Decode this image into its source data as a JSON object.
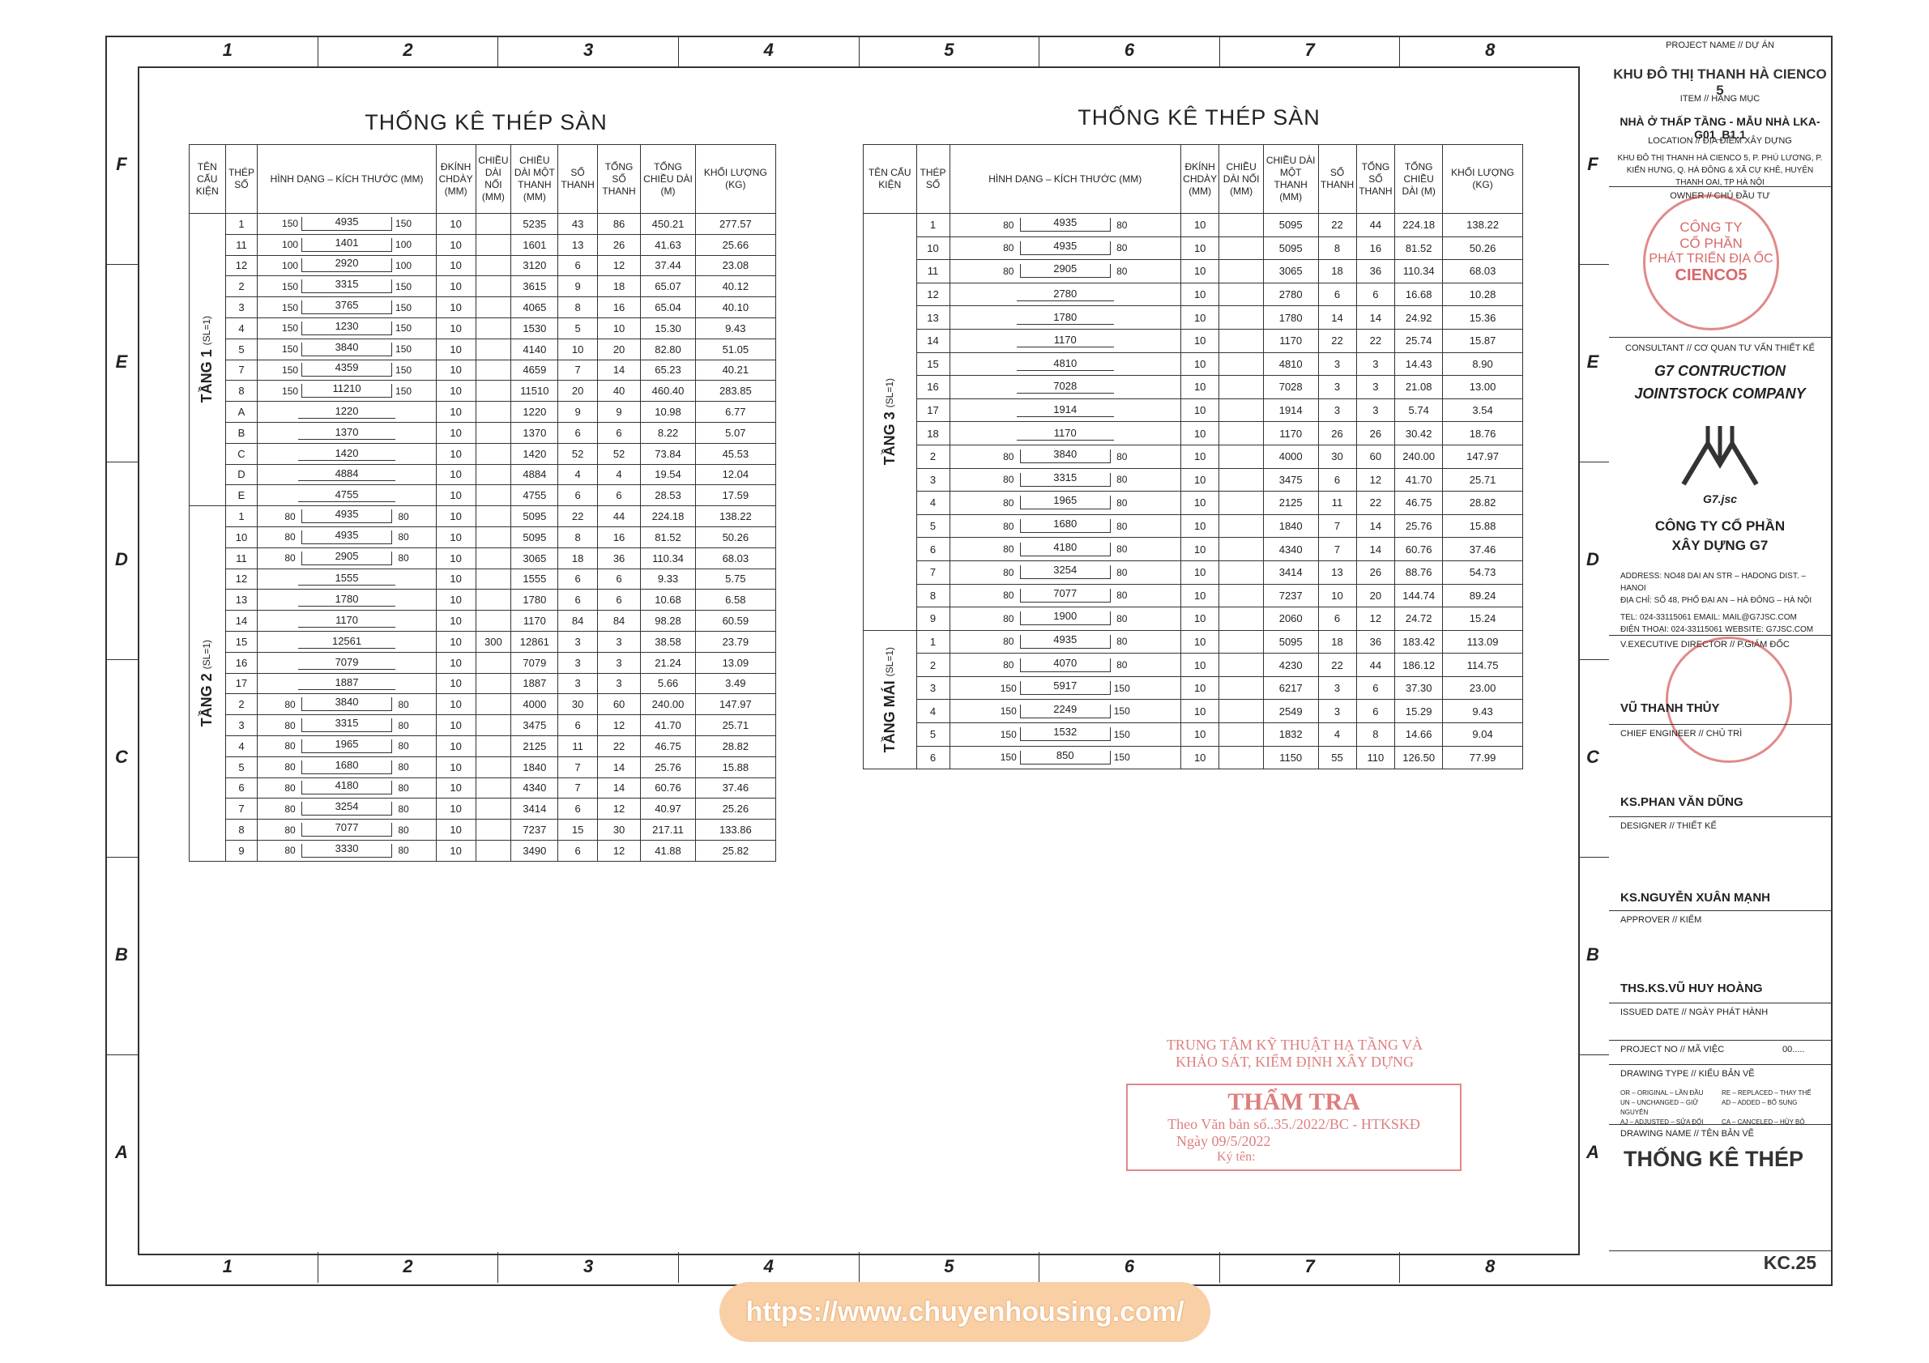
{
  "grid": {
    "columns": [
      "1",
      "2",
      "3",
      "4",
      "5",
      "6",
      "7",
      "8"
    ],
    "rows": [
      "F",
      "E",
      "D",
      "C",
      "B",
      "A"
    ]
  },
  "left_table": {
    "title": "THỐNG KÊ THÉP SÀN",
    "headers": [
      "TÊN CẤU KIỆN",
      "THÉP SỐ",
      "HÌNH DẠNG – KÍCH THƯỚC (MM)",
      "ĐKÍNH CHDÀY (MM)",
      "CHIỀU DÀI NỐI (MM)",
      "CHIỀU DÀI MỘT THANH (MM)",
      "SỐ THANH",
      "TỔNG SỐ THANH",
      "TỔNG CHIỀU DÀI (M)",
      "KHỐI LƯỢNG (KG)"
    ],
    "groups": [
      {
        "name": "TẦNG 1",
        "note": "(SL=1)",
        "rows": [
          [
            "1",
            "150",
            "4935",
            "150",
            "10",
            "",
            "5235",
            "43",
            "86",
            "450.21",
            "277.57"
          ],
          [
            "11",
            "100",
            "1401",
            "100",
            "10",
            "",
            "1601",
            "13",
            "26",
            "41.63",
            "25.66"
          ],
          [
            "12",
            "100",
            "2920",
            "100",
            "10",
            "",
            "3120",
            "6",
            "12",
            "37.44",
            "23.08"
          ],
          [
            "2",
            "150",
            "3315",
            "150",
            "10",
            "",
            "3615",
            "9",
            "18",
            "65.07",
            "40.12"
          ],
          [
            "3",
            "150",
            "3765",
            "150",
            "10",
            "",
            "4065",
            "8",
            "16",
            "65.04",
            "40.10"
          ],
          [
            "4",
            "150",
            "1230",
            "150",
            "10",
            "",
            "1530",
            "5",
            "10",
            "15.30",
            "9.43"
          ],
          [
            "5",
            "150",
            "3840",
            "150",
            "10",
            "",
            "4140",
            "10",
            "20",
            "82.80",
            "51.05"
          ],
          [
            "7",
            "150",
            "4359",
            "150",
            "10",
            "",
            "4659",
            "7",
            "14",
            "65.23",
            "40.21"
          ],
          [
            "8",
            "150",
            "11210",
            "150",
            "10",
            "",
            "11510",
            "20",
            "40",
            "460.40",
            "283.85"
          ],
          [
            "A",
            "",
            "1220",
            "",
            "10",
            "",
            "1220",
            "9",
            "9",
            "10.98",
            "6.77"
          ],
          [
            "B",
            "",
            "1370",
            "",
            "10",
            "",
            "1370",
            "6",
            "6",
            "8.22",
            "5.07"
          ],
          [
            "C",
            "",
            "1420",
            "",
            "10",
            "",
            "1420",
            "52",
            "52",
            "73.84",
            "45.53"
          ],
          [
            "D",
            "",
            "4884",
            "",
            "10",
            "",
            "4884",
            "4",
            "4",
            "19.54",
            "12.04"
          ],
          [
            "E",
            "",
            "4755",
            "",
            "10",
            "",
            "4755",
            "6",
            "6",
            "28.53",
            "17.59"
          ]
        ]
      },
      {
        "name": "TẦNG 2",
        "note": "(SL=1)",
        "rows": [
          [
            "1",
            "80",
            "4935",
            "80",
            "10",
            "",
            "5095",
            "22",
            "44",
            "224.18",
            "138.22"
          ],
          [
            "10",
            "80",
            "4935",
            "80",
            "10",
            "",
            "5095",
            "8",
            "16",
            "81.52",
            "50.26"
          ],
          [
            "11",
            "80",
            "2905",
            "80",
            "10",
            "",
            "3065",
            "18",
            "36",
            "110.34",
            "68.03"
          ],
          [
            "12",
            "",
            "1555",
            "",
            "10",
            "",
            "1555",
            "6",
            "6",
            "9.33",
            "5.75"
          ],
          [
            "13",
            "",
            "1780",
            "",
            "10",
            "",
            "1780",
            "6",
            "6",
            "10.68",
            "6.58"
          ],
          [
            "14",
            "",
            "1170",
            "",
            "10",
            "",
            "1170",
            "84",
            "84",
            "98.28",
            "60.59"
          ],
          [
            "15",
            "",
            "12561",
            "",
            "10",
            "300",
            "12861",
            "3",
            "3",
            "38.58",
            "23.79"
          ],
          [
            "16",
            "",
            "7079",
            "",
            "10",
            "",
            "7079",
            "3",
            "3",
            "21.24",
            "13.09"
          ],
          [
            "17",
            "",
            "1887",
            "",
            "10",
            "",
            "1887",
            "3",
            "3",
            "5.66",
            "3.49"
          ],
          [
            "2",
            "80",
            "3840",
            "80",
            "10",
            "",
            "4000",
            "30",
            "60",
            "240.00",
            "147.97"
          ],
          [
            "3",
            "80",
            "3315",
            "80",
            "10",
            "",
            "3475",
            "6",
            "12",
            "41.70",
            "25.71"
          ],
          [
            "4",
            "80",
            "1965",
            "80",
            "10",
            "",
            "2125",
            "11",
            "22",
            "46.75",
            "28.82"
          ],
          [
            "5",
            "80",
            "1680",
            "80",
            "10",
            "",
            "1840",
            "7",
            "14",
            "25.76",
            "15.88"
          ],
          [
            "6",
            "80",
            "4180",
            "80",
            "10",
            "",
            "4340",
            "7",
            "14",
            "60.76",
            "37.46"
          ],
          [
            "7",
            "80",
            "3254",
            "80",
            "10",
            "",
            "3414",
            "6",
            "12",
            "40.97",
            "25.26"
          ],
          [
            "8",
            "80",
            "7077",
            "80",
            "10",
            "",
            "7237",
            "15",
            "30",
            "217.11",
            "133.86"
          ],
          [
            "9",
            "80",
            "3330",
            "80",
            "10",
            "",
            "3490",
            "6",
            "12",
            "41.88",
            "25.82"
          ]
        ]
      }
    ]
  },
  "right_table": {
    "title": "THỐNG KÊ THÉP SÀN",
    "headers": [
      "TÊN CẤU KIỆN",
      "THÉP SỐ",
      "HÌNH DẠNG – KÍCH THƯỚC (MM)",
      "ĐKÍNH CHDÀY (MM)",
      "CHIỀU DÀI NỐI (MM)",
      "CHIỀU DÀI MỘT THANH (MM)",
      "SỐ THANH",
      "TỔNG SỐ THANH",
      "TỔNG CHIỀU DÀI (M)",
      "KHỐI LƯỢNG (KG)"
    ],
    "groups": [
      {
        "name": "TẦNG 3",
        "note": "(SL=1)",
        "rows": [
          [
            "1",
            "80",
            "4935",
            "80",
            "10",
            "",
            "5095",
            "22",
            "44",
            "224.18",
            "138.22"
          ],
          [
            "10",
            "80",
            "4935",
            "80",
            "10",
            "",
            "5095",
            "8",
            "16",
            "81.52",
            "50.26"
          ],
          [
            "11",
            "80",
            "2905",
            "80",
            "10",
            "",
            "3065",
            "18",
            "36",
            "110.34",
            "68.03"
          ],
          [
            "12",
            "",
            "2780",
            "",
            "10",
            "",
            "2780",
            "6",
            "6",
            "16.68",
            "10.28"
          ],
          [
            "13",
            "",
            "1780",
            "",
            "10",
            "",
            "1780",
            "14",
            "14",
            "24.92",
            "15.36"
          ],
          [
            "14",
            "",
            "1170",
            "",
            "10",
            "",
            "1170",
            "22",
            "22",
            "25.74",
            "15.87"
          ],
          [
            "15",
            "",
            "4810",
            "",
            "10",
            "",
            "4810",
            "3",
            "3",
            "14.43",
            "8.90"
          ],
          [
            "16",
            "",
            "7028",
            "",
            "10",
            "",
            "7028",
            "3",
            "3",
            "21.08",
            "13.00"
          ],
          [
            "17",
            "",
            "1914",
            "",
            "10",
            "",
            "1914",
            "3",
            "3",
            "5.74",
            "3.54"
          ],
          [
            "18",
            "",
            "1170",
            "",
            "10",
            "",
            "1170",
            "26",
            "26",
            "30.42",
            "18.76"
          ],
          [
            "2",
            "80",
            "3840",
            "80",
            "10",
            "",
            "4000",
            "30",
            "60",
            "240.00",
            "147.97"
          ],
          [
            "3",
            "80",
            "3315",
            "80",
            "10",
            "",
            "3475",
            "6",
            "12",
            "41.70",
            "25.71"
          ],
          [
            "4",
            "80",
            "1965",
            "80",
            "10",
            "",
            "2125",
            "11",
            "22",
            "46.75",
            "28.82"
          ],
          [
            "5",
            "80",
            "1680",
            "80",
            "10",
            "",
            "1840",
            "7",
            "14",
            "25.76",
            "15.88"
          ],
          [
            "6",
            "80",
            "4180",
            "80",
            "10",
            "",
            "4340",
            "7",
            "14",
            "60.76",
            "37.46"
          ],
          [
            "7",
            "80",
            "3254",
            "80",
            "10",
            "",
            "3414",
            "13",
            "26",
            "88.76",
            "54.73"
          ],
          [
            "8",
            "80",
            "7077",
            "80",
            "10",
            "",
            "7237",
            "10",
            "20",
            "144.74",
            "89.24"
          ],
          [
            "9",
            "80",
            "1900",
            "80",
            "10",
            "",
            "2060",
            "6",
            "12",
            "24.72",
            "15.24"
          ]
        ]
      },
      {
        "name": "TẦNG MÁI",
        "note": "(SL=1)",
        "rows": [
          [
            "1",
            "80",
            "4935",
            "80",
            "10",
            "",
            "5095",
            "18",
            "36",
            "183.42",
            "113.09"
          ],
          [
            "2",
            "80",
            "4070",
            "80",
            "10",
            "",
            "4230",
            "22",
            "44",
            "186.12",
            "114.75"
          ],
          [
            "3",
            "150",
            "5917",
            "150",
            "10",
            "",
            "6217",
            "3",
            "6",
            "37.30",
            "23.00"
          ],
          [
            "4",
            "150",
            "2249",
            "150",
            "10",
            "",
            "2549",
            "3",
            "6",
            "15.29",
            "9.43"
          ],
          [
            "5",
            "150",
            "1532",
            "150",
            "10",
            "",
            "1832",
            "4",
            "8",
            "14.66",
            "9.04"
          ],
          [
            "6",
            "150",
            "850",
            "150",
            "10",
            "",
            "1150",
            "55",
            "110",
            "126.50",
            "77.99"
          ]
        ]
      }
    ]
  },
  "title_block": {
    "project_label": "PROJECT NAME // DỰ ÁN",
    "project": "KHU ĐÔ THỊ THANH HÀ CIENCO 5",
    "item_label": "ITEM // HẠNG MỤC",
    "item": "NHÀ Ở THẤP TẦNG - MẪU NHÀ LKA-G01_B1.1",
    "location_label": "LOCATION // ĐỊA ĐIỂM XÂY DỰNG",
    "location": "KHU ĐÔ THỊ THANH HÀ CIENCO 5, P. PHÚ LƯƠNG, P. KIẾN HƯNG, Q. HÀ ĐÔNG & XÃ CỰ KHÊ, HUYỆN THANH OAI, TP HÀ NỘI",
    "owner_label": "OWNER // CHỦ ĐẦU TƯ",
    "consultant_label": "CONSULTANT // CƠ QUAN TƯ VẤN THIẾT KẾ",
    "consultant_en_1": "G7 CONTRUCTION",
    "consultant_en_2": "JOINTSTOCK COMPANY",
    "logo_text": "G7.jsc",
    "consultant_vn_1": "CÔNG TY CỔ PHẦN",
    "consultant_vn_2": "XÂY DỰNG G7",
    "address_1": "ADDRESS:  NO48 DAI AN STR – HADONG DIST. – HANOI",
    "address_2": "ĐỊA CHỈ:   SỐ 48, PHỐ ĐẠI AN – HÀ ĐÔNG – HÀ NỘI",
    "tel_1": "TEL:  024-33115061   EMAIL: MAIL@G7JSC.COM",
    "tel_2": "ĐIỆN THOẠI: 024-33115061  WEBSITE: G7JSC.COM",
    "director_label": "V.EXECUTIVE DIRECTOR // P.GIÁM ĐỐC",
    "director": "VŨ THANH THỦY",
    "chief_label": "CHIEF ENGINEER // CHỦ TRÌ",
    "chief": "KS.PHAN VĂN DŨNG",
    "designer_label": "DESIGNER // THIẾT KẾ",
    "designer": "KS.NGUYỄN XUÂN MẠNH",
    "approver_label": "APPROVER // KIỂM",
    "approver": "THS.KS.VŨ HUY HOÀNG",
    "issued_label": "ISSUED DATE // NGÀY PHÁT HÀNH",
    "project_no_label": "PROJECT NO // MÃ VIỆC",
    "project_no": "00.....",
    "drawing_type_label": "DRAWING TYPE // KIỂU BẢN VẼ",
    "drawing_type_codes": [
      "OR – ORIGINAL – LẦN ĐẦU",
      "RE – REPLACED – THAY THẾ",
      "UN – UNCHANGED – GIỮ NGUYÊN",
      "AD – ADDED – BỔ SUNG",
      "AJ – ADJUSTED – SỬA ĐỔI",
      "CA – CANCELED – HỦY BỎ"
    ],
    "drawing_name_label": "DRAWING NAME // TÊN BẢN VẼ",
    "drawing_name": "THỐNG KÊ THÉP",
    "sheet_no": "KC.25"
  },
  "owner_stamp": {
    "lines": [
      "CÔNG TY",
      "CỔ PHẦN",
      "PHÁT TRIỂN ĐỊA ỐC",
      "CIENCO5"
    ]
  },
  "inspection_stamp": {
    "header_1": "TRUNG TÂM KỸ THUẬT HẠ TẦNG VÀ",
    "header_2": "KHẢO SÁT, KIỂM ĐỊNH XÂY DỰNG",
    "title": "THẨM TRA",
    "ref": "Theo Văn bản số..35./2022/BC - HTKSKĐ",
    "date": "Ngày   09/5/2022",
    "signed": "Ký tên:"
  },
  "watermark": "https://www.chuyenhousing.com/",
  "colors": {
    "stamp_red": "#c83232",
    "watermark_bg": "#f9cfa5",
    "line": "#333333"
  }
}
